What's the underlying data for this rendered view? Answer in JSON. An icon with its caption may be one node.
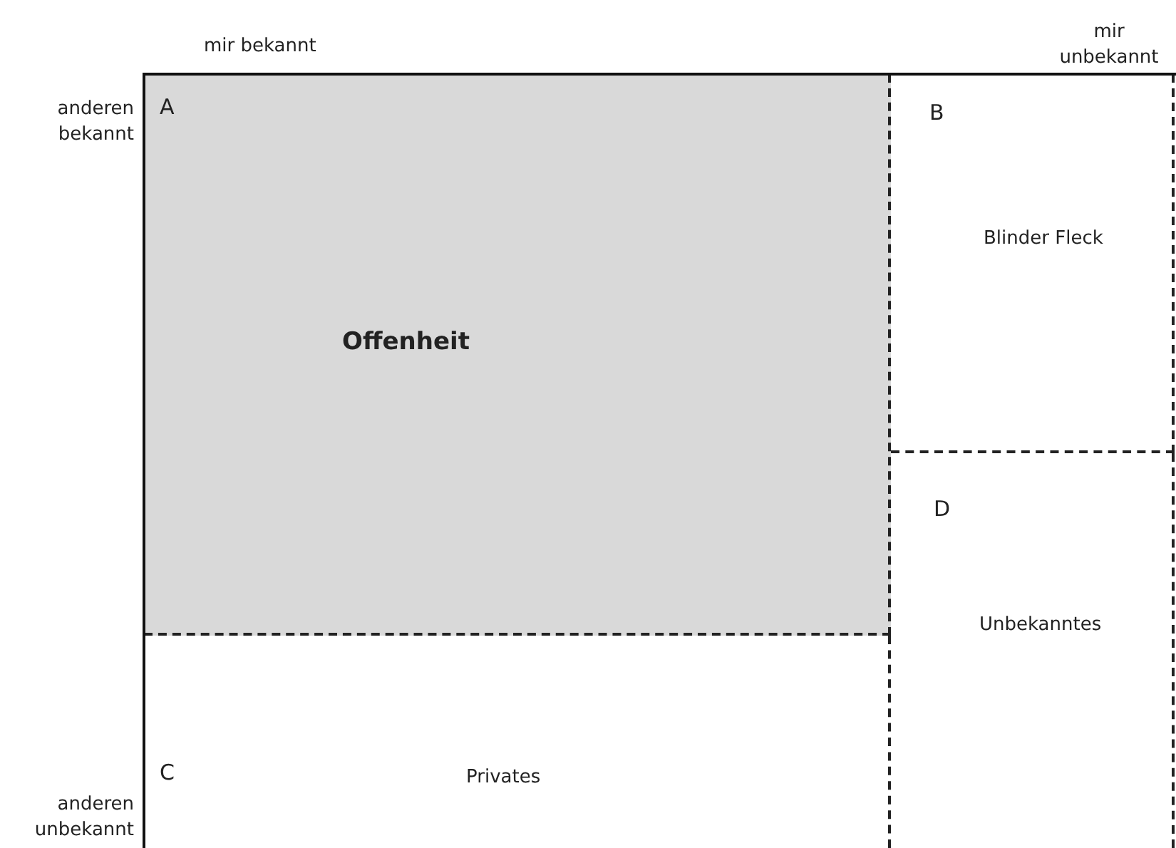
{
  "diagram": {
    "nodes": [
      {
        "text": [
          "A",
          "Offenheit"
        ]
      },
      {
        "text": [
          "B",
          "Blinder Fleck"
        ]
      },
      {
        "text": [
          "C",
          "Privates"
        ]
      },
      {
        "text": [
          "D",
          "Unbekanntes"
        ]
      }
    ],
    "labels": [
      "mir bekannt",
      "mir unbekannt",
      "anderen bekannt",
      "anderen unbekannt"
    ]
  }
}
